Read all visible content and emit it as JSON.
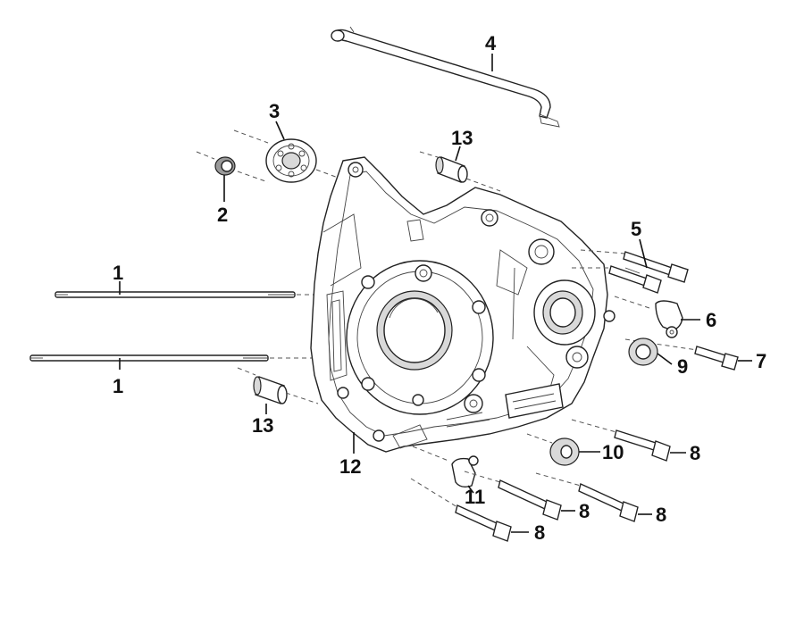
{
  "callouts": [
    {
      "id": "c1a",
      "text": "1"
    },
    {
      "id": "c1b",
      "text": "1"
    },
    {
      "id": "c2",
      "text": "2"
    },
    {
      "id": "c3",
      "text": "3"
    },
    {
      "id": "c4",
      "text": "4"
    },
    {
      "id": "c5",
      "text": "5"
    },
    {
      "id": "c6",
      "text": "6"
    },
    {
      "id": "c7",
      "text": "7"
    },
    {
      "id": "c8a",
      "text": "8"
    },
    {
      "id": "c8b",
      "text": "8"
    },
    {
      "id": "c8c",
      "text": "8"
    },
    {
      "id": "c8d",
      "text": "8"
    },
    {
      "id": "c9",
      "text": "9"
    },
    {
      "id": "c10",
      "text": "10"
    },
    {
      "id": "c11",
      "text": "11"
    },
    {
      "id": "c12",
      "text": "12"
    },
    {
      "id": "c13a",
      "text": "13"
    },
    {
      "id": "c13b",
      "text": "13"
    }
  ]
}
